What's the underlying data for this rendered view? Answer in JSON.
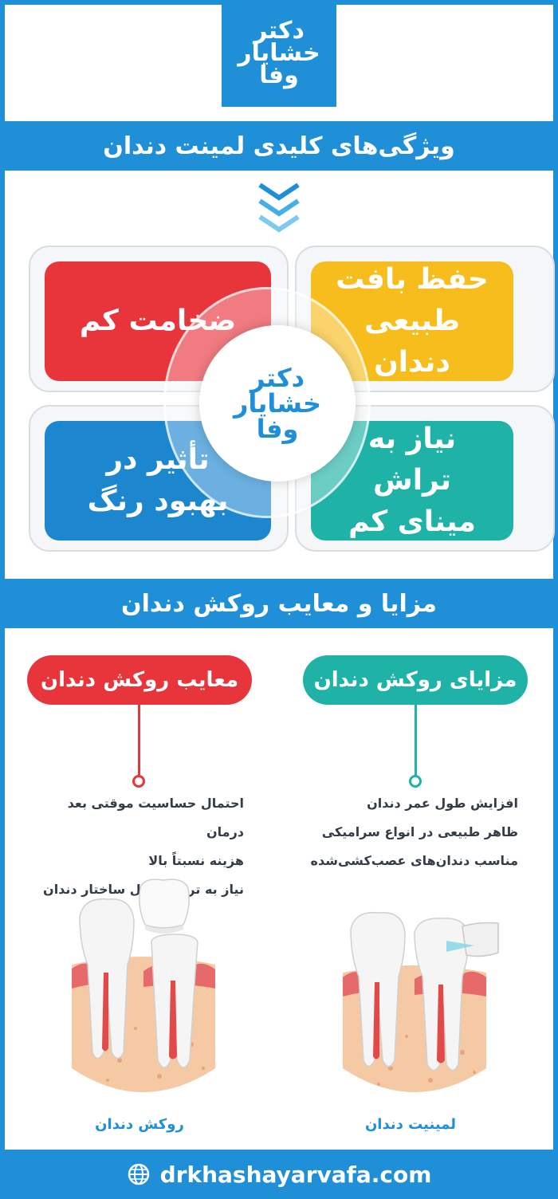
{
  "logo": {
    "line1": "دکتر",
    "line2": "خشایار",
    "line3": "وفا"
  },
  "section1": {
    "title": "ویژگی‌های کلیدی لمینت دندان"
  },
  "features": {
    "red": "ضخامت کم",
    "yellow_line1": "حفظ بافت",
    "yellow_line2": "طبیعی دندان",
    "blue_line1": "تأثیر در",
    "blue_line2": "بهبود رنگ",
    "teal_line1": "نیاز به تراش",
    "teal_line2": "مینای کم"
  },
  "section2": {
    "title": "مزایا و معایب روکش دندان"
  },
  "cons": {
    "title": "معایب روکش دندان",
    "items": [
      "احتمال حساسیت موقتی بعد درمان",
      "هزینه نسبتاً بالا",
      "نیاز به تراش کامل ساختار دندان"
    ],
    "caption": "روکش دندان"
  },
  "pros": {
    "title": "مزایای روکش دندان",
    "items": [
      "افزایش طول عمر دندان",
      "ظاهر طبیعی در انواع سرامیکی",
      "مناسب دندان‌های عصب‌کشی‌شده"
    ],
    "caption": "لمینیت دندان"
  },
  "footer": {
    "url": "drkhashayarvafa.com"
  },
  "colors": {
    "brand_blue": "#1f8fd8",
    "red": "#e8353c",
    "yellow": "#f7bd1c",
    "teal": "#1eb3a6",
    "blue": "#1c86cf"
  }
}
